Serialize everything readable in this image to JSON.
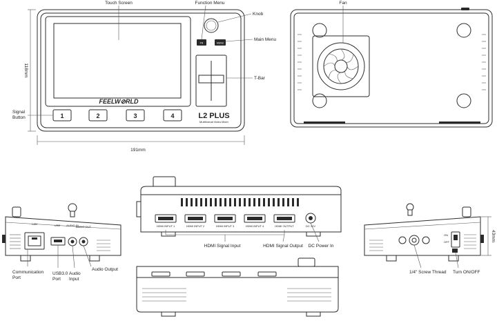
{
  "front_view": {
    "touch_screen": "Touch Screen",
    "function_menu": "Function Menu",
    "knob": "Knob",
    "main_menu": "Main Menu",
    "t_bar": "T-Bar",
    "signal_button_line1": "Signal",
    "signal_button_line2": "Button",
    "height_dim": "118mm",
    "width_dim": "191mm",
    "brand": "FEELW⊘RLD",
    "model": "L2 PLUS",
    "model_sub": "Multiformat Video Mixer",
    "buttons": [
      "1",
      "2",
      "3",
      "4"
    ],
    "fn_button": "FN",
    "menu_button": "MENU"
  },
  "back_view": {
    "fan": "Fan"
  },
  "left_side": {
    "lan": "LAN",
    "usb": "USB",
    "audio_in": "AUDIO IN",
    "audio_out": "AUDIO OUT",
    "communication_port_line1": "Communication",
    "communication_port_line2": "Port",
    "usb_port_line1": "USB3.0",
    "usb_port_line2": "Port",
    "audio_input_line1": "Audio",
    "audio_input_line2": "Input",
    "audio_output": "Audio Output"
  },
  "rear_panel": {
    "ports": [
      "HDMI INPUT 1",
      "HDMI INPUT 2",
      "HDMI INPUT 3",
      "HDMI INPUT 4",
      "HDMI OUTPUT",
      "DC 12V"
    ],
    "hdmi_signal_input": "HDMI Signal Input",
    "hdmi_signal_output": "HDMI Signal Output",
    "dc_power_in": "DC Power In"
  },
  "right_side": {
    "screw_thread": "1/4\" Screw Thread",
    "turn_on_off": "Turn ON/OFF",
    "depth_dim": "43mm",
    "on": "ON",
    "off": "OFF"
  }
}
